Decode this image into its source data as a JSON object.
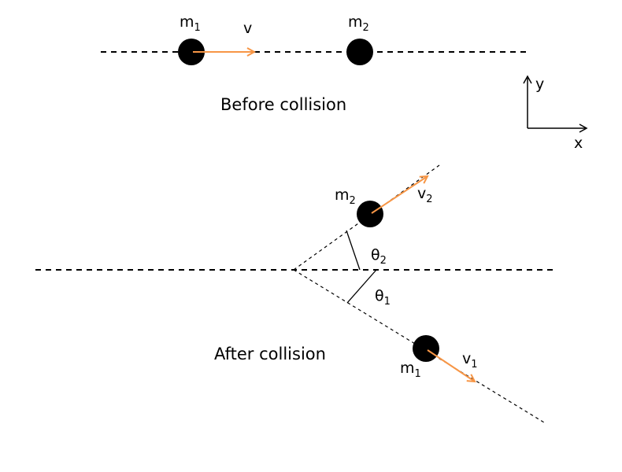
{
  "colors": {
    "velocity_arrow": "#F79646",
    "mass": "#000000",
    "background": "#FFFFFF"
  },
  "before": {
    "caption": "Before collision",
    "m1": {
      "base": "m",
      "sub": "1"
    },
    "m2": {
      "base": "m",
      "sub": "2"
    },
    "velocity": {
      "base": "v"
    }
  },
  "after": {
    "caption": "After collision",
    "m1": {
      "base": "m",
      "sub": "1"
    },
    "m2": {
      "base": "m",
      "sub": "2"
    },
    "v1": {
      "base": "v",
      "sub": "1"
    },
    "v2": {
      "base": "v",
      "sub": "2"
    },
    "theta1": {
      "base": "θ",
      "sub": "1"
    },
    "theta2": {
      "base": "θ",
      "sub": "2"
    }
  },
  "axes": {
    "x_label": "x",
    "y_label": "y"
  }
}
